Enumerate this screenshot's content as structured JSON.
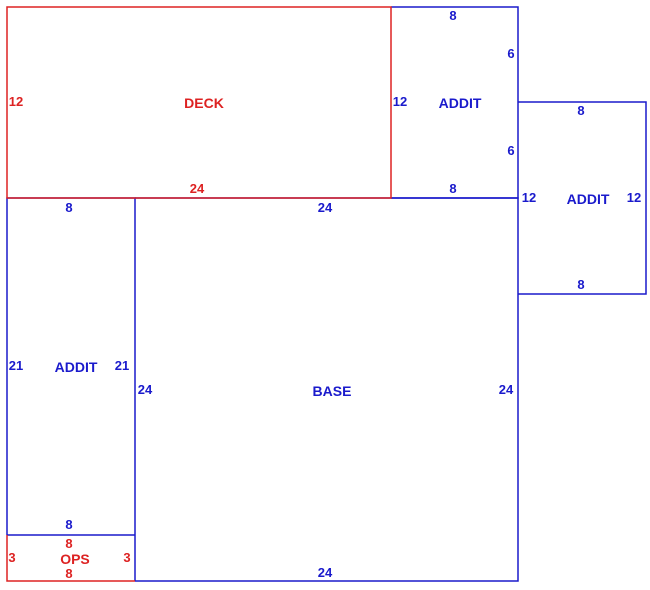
{
  "colors": {
    "blue": "#1a1acc",
    "red": "#dd2222"
  },
  "rooms": {
    "deck": {
      "label": "DECK",
      "left_dim": "12",
      "bottom_dim": "24"
    },
    "addit_top": {
      "label": "ADDIT",
      "top_dim": "8",
      "right_upper_dim": "6",
      "right_lower_dim": "6",
      "left_dim": "12",
      "bottom_dim": "8"
    },
    "addit_right": {
      "label": "ADDIT",
      "top_dim": "8",
      "left_dim": "12",
      "right_dim": "12",
      "bottom_dim": "8"
    },
    "addit_left": {
      "label": "ADDIT",
      "top_dim": "8",
      "left_dim": "21",
      "right_dim": "21",
      "bottom_dim": "8"
    },
    "base": {
      "label": "BASE",
      "top_dim": "24",
      "left_dim": "24",
      "right_dim": "24",
      "bottom_dim": "24"
    },
    "ops": {
      "label": "OPS",
      "top_dim": "8",
      "left_dim": "3",
      "right_dim": "3",
      "bottom_dim": "8"
    }
  }
}
